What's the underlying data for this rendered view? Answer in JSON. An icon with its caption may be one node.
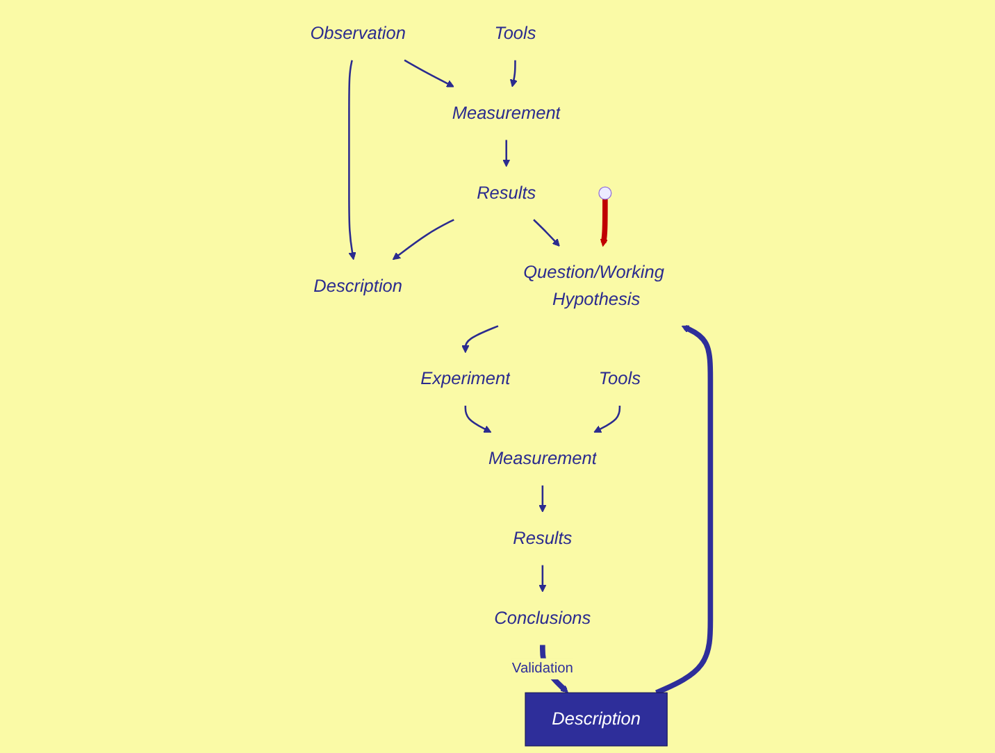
{
  "diagram": {
    "nodes": [
      {
        "text": [
          "Observation"
        ]
      },
      {
        "text": [
          "Tools"
        ]
      },
      {
        "text": [
          "Measurement"
        ]
      },
      {
        "text": [
          "Description"
        ]
      },
      {
        "text": [
          "Results"
        ]
      },
      {
        "text": [
          "Question/Working Hypothesis"
        ]
      },
      {
        "text": [
          "Experiment"
        ]
      },
      {
        "text": [
          "Tools"
        ]
      },
      {
        "text": [
          "Measurement"
        ]
      },
      {
        "text": [
          "Results"
        ]
      },
      {
        "text": [
          "Conclusions"
        ]
      },
      {
        "text": [
          "Description"
        ]
      }
    ],
    "edges": [
      {
        "from": 0,
        "to": 2,
        "arrow": "to"
      },
      {
        "from": 1,
        "to": 2,
        "arrow": "to"
      },
      {
        "from": 0,
        "to": 3,
        "arrow": "to"
      },
      {
        "from": 2,
        "to": 4,
        "arrow": "to"
      },
      {
        "from": 4,
        "to": 3,
        "arrow": "to"
      },
      {
        "from": 4,
        "to": 5,
        "arrow": "to"
      },
      {
        "from": 5,
        "to": 6,
        "arrow": "to"
      },
      {
        "from": 6,
        "to": 8,
        "arrow": "to"
      },
      {
        "from": 7,
        "to": 8,
        "arrow": "to"
      },
      {
        "from": 8,
        "to": 9,
        "arrow": "to"
      },
      {
        "from": 9,
        "to": 10,
        "arrow": "to"
      },
      {
        "from": 10,
        "to": 11,
        "arrow": "to",
        "label": "Validation",
        "style": "thick",
        "color": "#2e2e9a"
      },
      {
        "from": 11,
        "to": 5,
        "arrow": "to",
        "style": "thick",
        "color": "#2e2e9a"
      },
      {
        "from": null,
        "to": 5,
        "arrow": "to",
        "style": "thick",
        "color": "#c00000"
      }
    ]
  }
}
